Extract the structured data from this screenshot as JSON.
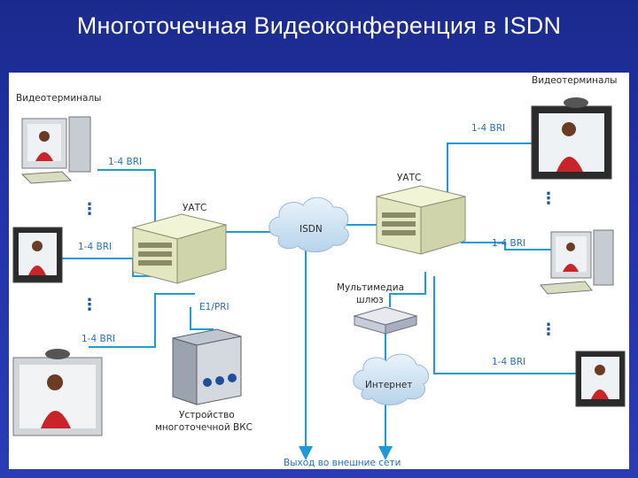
{
  "slide": {
    "title": "Многоточечная Видеоконференция в ISDN"
  },
  "labels": {
    "terminals_left": "Видеотерминалы",
    "terminals_right": "Видеотерминалы",
    "bri": "1-4 BRI",
    "e1": "E1/PRI",
    "pbx": "УАТС",
    "isdn": "ISDN",
    "gateway_line1": "Мультимедиа",
    "gateway_line2": "шлюз",
    "internet": "Интернет",
    "mcu_line1": "Устройство",
    "mcu_line2": "многоточечной ВКС",
    "exit": "Выход во внешние сети",
    "dots": "⋮"
  },
  "colors": {
    "line": "#1f9ad6",
    "label_blue": "#2a6fb5",
    "pbx_body": "#e8eccb",
    "slide_bg": "#2233a8"
  }
}
